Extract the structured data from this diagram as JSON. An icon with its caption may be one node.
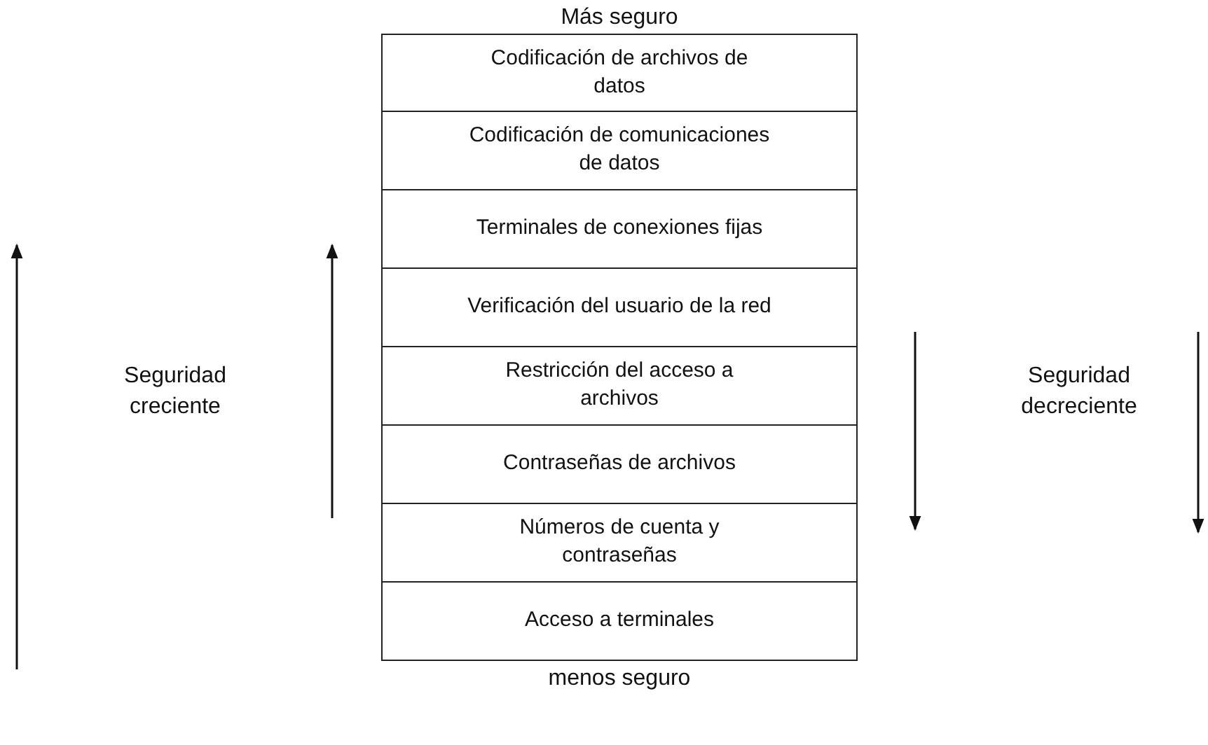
{
  "diagram": {
    "nodes": [
      {
        "text": [
          "Codificación de archivos de datos"
        ]
      },
      {
        "text": [
          "Codificación de comunicaciones de datos"
        ]
      },
      {
        "text": [
          "Terminales de conexiones fijas"
        ]
      },
      {
        "text": [
          "Verificación del usuario de la red"
        ]
      },
      {
        "text": [
          "Restricción del acceso a archivos"
        ]
      },
      {
        "text": [
          "Contraseñas de archivos"
        ]
      },
      {
        "text": [
          "Números de cuenta y contraseñas"
        ]
      },
      {
        "text": [
          "Acceso a terminales"
        ]
      }
    ],
    "edges": [],
    "labels": [
      "Más seguro",
      "Seguridad creciente",
      "Seguridad decreciente",
      "menos seguro"
    ]
  }
}
